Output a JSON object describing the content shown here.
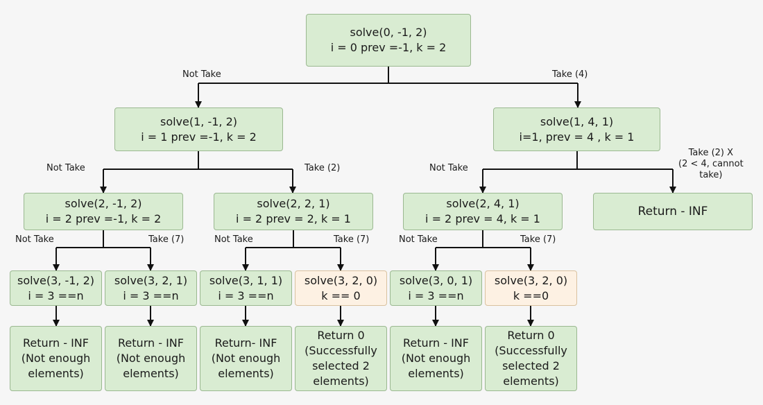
{
  "nodes": {
    "root": [
      "solve(0, -1, 2)",
      "i = 0 prev =-1, k = 2"
    ],
    "l1": [
      "solve(1, -1, 2)",
      "i = 1 prev =-1, k = 2"
    ],
    "r1": [
      "solve(1, 4, 1)",
      "i=1, prev = 4 , k = 1"
    ],
    "ll": [
      "solve(2, -1, 2)",
      "i = 2 prev =-1, k = 2"
    ],
    "lr": [
      "solve(2, 2, 1)",
      "i = 2 prev = 2, k = 1"
    ],
    "rl": [
      "solve(2, 4, 1)",
      "i = 2 prev = 4, k = 1"
    ],
    "rr": [
      "Return - INF"
    ],
    "lll": [
      "solve(3, -1, 2)",
      "i = 3 ==n"
    ],
    "llr": [
      "solve(3, 2, 1)",
      "i = 3 ==n"
    ],
    "lrl": [
      "solve(3, 1, 1)",
      "i = 3 ==n"
    ],
    "lrr": [
      "solve(3, 2, 0)",
      "k == 0"
    ],
    "rll": [
      "solve(3, 0, 1)",
      "i = 3 ==n"
    ],
    "rlr": [
      "solve(3, 2, 0)",
      "k ==0"
    ],
    "lll_res": [
      "Return - INF",
      "(Not enough",
      "elements)"
    ],
    "llr_res": [
      "Return - INF",
      "(Not enough",
      "elements)"
    ],
    "lrl_res": [
      "Return- INF",
      "(Not enough",
      "elements)"
    ],
    "lrr_res": [
      "Return 0",
      "(Successfully",
      "selected 2",
      "elements)"
    ],
    "rll_res": [
      "Return - INF",
      "(Not enough",
      "elements)"
    ],
    "rlr_res": [
      "Return 0",
      "(Successfully",
      "selected 2",
      "elements)"
    ]
  },
  "edge_labels": {
    "root_not_take": "Not Take",
    "root_take": "Take (4)",
    "l1_not_take": "Not Take",
    "l1_take": "Take (2)",
    "r1_not_take": "Not Take",
    "r1_take": [
      "Take (2) X",
      "(2 < 4, cannot",
      "take)"
    ],
    "ll_not_take": "Not Take",
    "ll_take": "Take (7)",
    "lr_not_take": "Not Take",
    "lr_take": "Take (7)",
    "rl_not_take": "Not Take",
    "rl_take": "Take (7)"
  },
  "colors": {
    "node_fill": "#d9ecd2",
    "node_border": "#9ab890",
    "base_case_fill": "#fdf1e3",
    "line": "#111111",
    "background": "#f6f6f6"
  }
}
